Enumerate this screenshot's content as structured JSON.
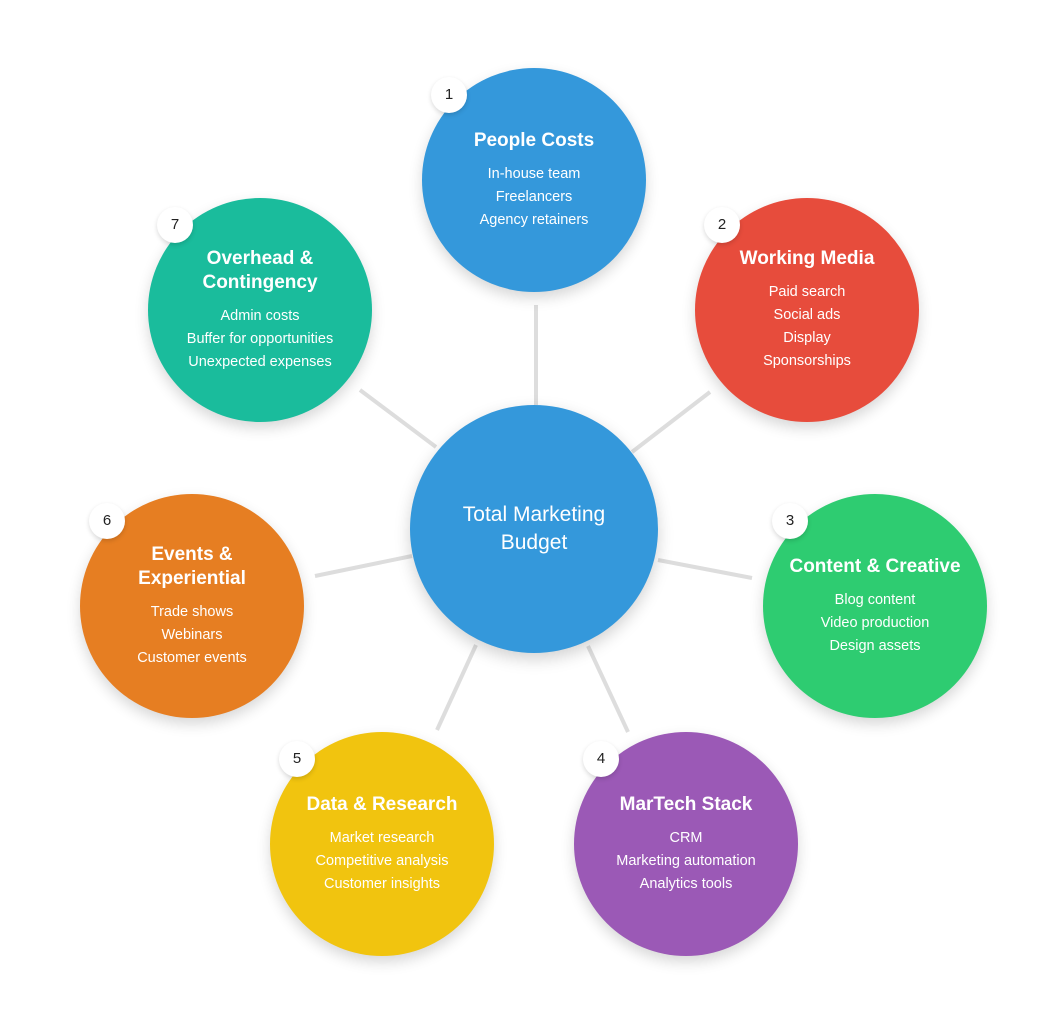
{
  "center": {
    "label": "Total Marketing Budget",
    "color": "#3498db"
  },
  "categories": [
    {
      "number": "1",
      "title": "People Costs",
      "color": "#3498db",
      "items": [
        "In-house team",
        "Freelancers",
        "Agency retainers"
      ]
    },
    {
      "number": "2",
      "title": "Working Media",
      "color": "#e74c3c",
      "items": [
        "Paid search",
        "Social ads",
        "Display",
        "Sponsorships"
      ]
    },
    {
      "number": "3",
      "title": "Content & Creative",
      "color": "#2ecc71",
      "items": [
        "Blog content",
        "Video production",
        "Design assets"
      ]
    },
    {
      "number": "4",
      "title": "MarTech Stack",
      "color": "#9b59b6",
      "items": [
        "CRM",
        "Marketing automation",
        "Analytics tools"
      ]
    },
    {
      "number": "5",
      "title": "Data & Research",
      "color": "#f1c40f",
      "items": [
        "Market research",
        "Competitive analysis",
        "Customer insights"
      ]
    },
    {
      "number": "6",
      "title": "Events &\nExperiential",
      "color": "#e67e22",
      "items": [
        "Trade shows",
        "Webinars",
        "Customer events"
      ]
    },
    {
      "number": "7",
      "title": "Overhead &\nContingency",
      "color": "#1abc9c",
      "items": [
        "Admin costs",
        "Buffer for opportunities",
        "Unexpected expenses"
      ]
    }
  ]
}
